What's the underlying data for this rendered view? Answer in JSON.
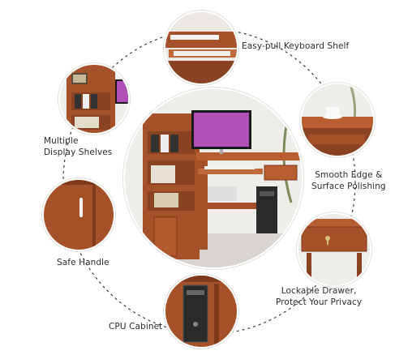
{
  "features": [
    {
      "id": "keyboard",
      "label": "Easy-pull Keyboard Shelf"
    },
    {
      "id": "shelves",
      "label_lines": [
        "Multiple",
        "Display Shelves"
      ]
    },
    {
      "id": "edge",
      "label_lines": [
        "Smooth Edge &",
        "Surface Polishing"
      ]
    },
    {
      "id": "handle",
      "label": "Safe Handle"
    },
    {
      "id": "drawer",
      "label_lines": [
        "Lockable Drawer,",
        "Protect Your Privacy"
      ]
    },
    {
      "id": "cpu",
      "label": "CPU Cabinet"
    }
  ],
  "colors": {
    "wood": "#a5512a",
    "wood_dark": "#7f3a1b",
    "wood_light": "#c06a3c",
    "dash": "#3a3a3a",
    "wall": "#efedea",
    "floor": "#d8d4cf",
    "screen": "#b24fb5"
  },
  "icons": [
    "dashed-ring",
    "desk-photo"
  ]
}
